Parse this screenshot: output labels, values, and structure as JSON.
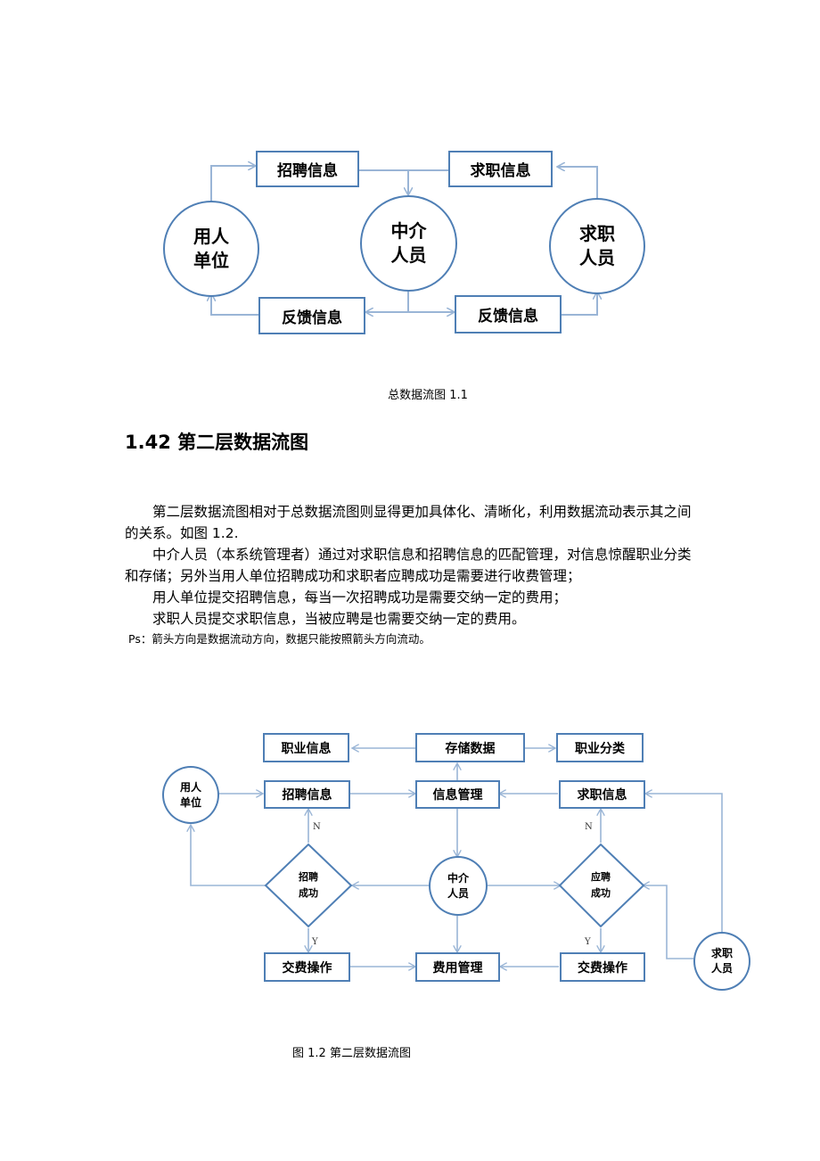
{
  "diagram1": {
    "nodes": {
      "employer": [
        "用人",
        "单位"
      ],
      "agent": [
        "中介",
        "人员"
      ],
      "seeker": [
        "求职",
        "人员"
      ],
      "recruit_info": "招聘信息",
      "job_info": "求职信息",
      "feedback_left": "反馈信息",
      "feedback_right": "反馈信息"
    },
    "caption": "总数据流图 1.1"
  },
  "heading": "1.42 第二层数据流图",
  "paragraphs": [
    "第二层数据流图相对于总数据流图则显得更加具体化、清晰化，利用数据流动表示其之间的关系。如图 1.2.",
    "中介人员（本系统管理者）通过对求职信息和招聘信息的匹配管理，对信息惊醒职业分类和存储；另外当用人单位招聘成功和求职者应聘成功是需要进行收费管理；",
    "用人单位提交招聘信息，每当一次招聘成功是需要交纳一定的费用；",
    "求职人员提交求职信息，当被应聘是也需要交纳一定的费用。"
  ],
  "ps_note": "Ps：箭头方向是数据流动方向，数据只能按照箭头方向流动。",
  "diagram2": {
    "nodes": {
      "career_info": "职业信息",
      "store_data": "存储数据",
      "career_class": "职业分类",
      "employer": [
        "用人",
        "单位"
      ],
      "recruit_info": "招聘信息",
      "info_manage": "信息管理",
      "job_info": "求职信息",
      "recruit_success": [
        "招聘",
        "成功"
      ],
      "agent": [
        "中介",
        "人员"
      ],
      "apply_success": [
        "应聘",
        "成功"
      ],
      "pay_left": "交费操作",
      "fee_manage": "费用管理",
      "pay_right": "交费操作",
      "seeker": [
        "求职",
        "人员"
      ]
    },
    "labels": {
      "n_left": "N",
      "n_right": "N",
      "y_left": "Y",
      "y_right": "Y"
    },
    "caption": "图 1.2 第二层数据流图"
  },
  "colors": {
    "box_border": "#4f7fb5",
    "arrow": "#9ab5d6"
  }
}
